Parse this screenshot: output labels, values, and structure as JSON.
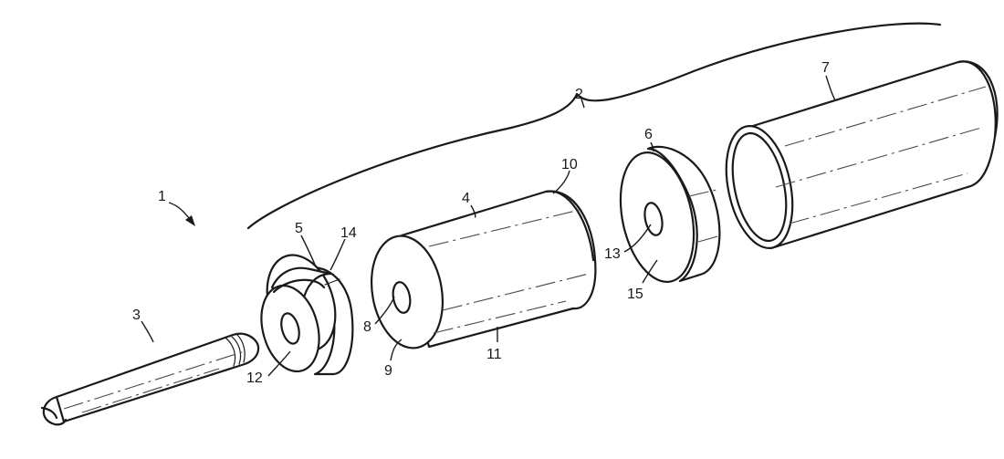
{
  "diagram": {
    "type": "patent-exploded-view",
    "reference_numerals": {
      "assembly": "1",
      "housing_group": "2",
      "rod": "3",
      "cylinder": "4",
      "stepped_collar": "5",
      "ring": "6",
      "sleeve": "7",
      "bore_4": "8",
      "end_face_4": "9",
      "rear_edge_4": "10",
      "lower_edge_4": "11",
      "bore_5": "12",
      "bore_6": "13",
      "flange_5": "14",
      "face_6": "15"
    }
  }
}
